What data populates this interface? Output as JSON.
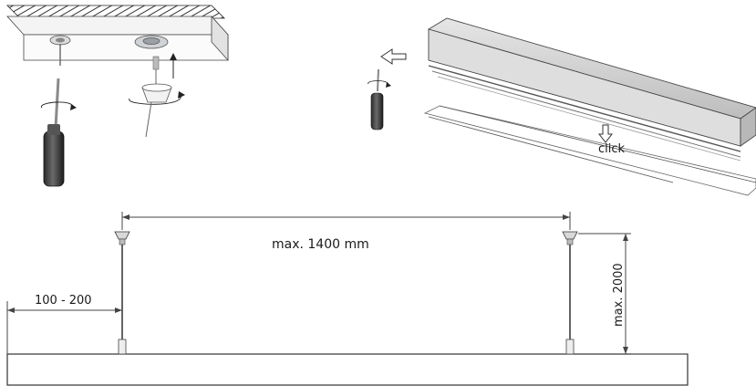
{
  "step1": {
    "screw_icon": "screwdriver-rotate-icon",
    "mount_icon": "ceiling-canopy-icon"
  },
  "step2": {
    "click_label": "click",
    "slide_arrow_icon": "arrow-left-outline-icon",
    "press_arrow_icon": "arrow-down-outline-icon"
  },
  "dimensions": {
    "spacing_label": "max. 1400 mm",
    "offset_label": "100 - 200",
    "height_label": "max. 2000"
  }
}
